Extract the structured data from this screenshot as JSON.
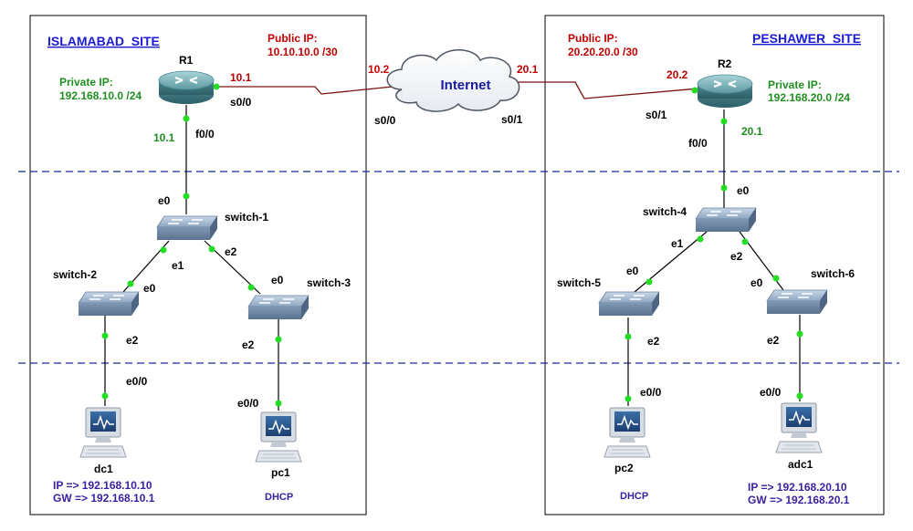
{
  "sites": {
    "left": {
      "title": "ISLAMABAD_SITE"
    },
    "right": {
      "title": "PESHAWER_SITE"
    }
  },
  "internet": {
    "label": "Internet"
  },
  "left": {
    "public_ip_title": "Public IP:",
    "public_ip_value": "10.10.10.0 /30",
    "private_ip_title": "Private IP:",
    "private_ip_value": "192.168.10.0 /24",
    "router": {
      "name": "R1",
      "wan_ip": "10.1",
      "wan_if": "s0/0",
      "lan_if": "f0/0",
      "lan_ip": "10.1"
    },
    "cloud_side": {
      "ip": "10.2",
      "if": "s0/0"
    },
    "switches": {
      "sw1": {
        "name": "switch-1",
        "e0": "e0",
        "e1": "e1",
        "e2": "e2"
      },
      "sw2": {
        "name": "switch-2",
        "e0": "e0",
        "e2": "e2"
      },
      "sw3": {
        "name": "switch-3",
        "e0": "e0",
        "e2": "e2"
      }
    },
    "hosts": {
      "dc1": {
        "name": "dc1",
        "if": "e0/0",
        "ip": "IP => 192.168.10.10",
        "gw": "GW => 192.168.10.1"
      },
      "pc1": {
        "name": "pc1",
        "if": "e0/0",
        "note": "DHCP"
      }
    }
  },
  "right": {
    "public_ip_title": "Public IP:",
    "public_ip_value": "20.20.20.0 /30",
    "private_ip_title": "Private IP:",
    "private_ip_value": "192.168.20.0 /24",
    "router": {
      "name": "R2",
      "wan_ip": "20.2",
      "wan_if": "s0/1",
      "lan_if": "f0/0",
      "lan_ip": "20.1"
    },
    "cloud_side": {
      "ip": "20.1",
      "if": "s0/1"
    },
    "switches": {
      "sw4": {
        "name": "switch-4",
        "e0": "e0",
        "e1": "e1",
        "e2": "e2"
      },
      "sw5": {
        "name": "switch-5",
        "e0": "e0",
        "e2": "e2"
      },
      "sw6": {
        "name": "switch-6",
        "e0": "e0",
        "e2": "e2"
      }
    },
    "hosts": {
      "pc2": {
        "name": "pc2",
        "if": "e0/0",
        "note": "DHCP"
      },
      "adc1": {
        "name": "adc1",
        "if": "e0/0",
        "ip": "IP => 192.168.20.10",
        "gw": "GW => 192.168.20.1"
      }
    }
  },
  "colors": {
    "wan_link": "#7a1010",
    "lan_link": "#000000",
    "port_dot": "#22dd22",
    "divider": "#1a2aa0",
    "site_title": "#1b1bd6",
    "public_ip": "#c00000",
    "private_ip": "#1f8f1f"
  }
}
